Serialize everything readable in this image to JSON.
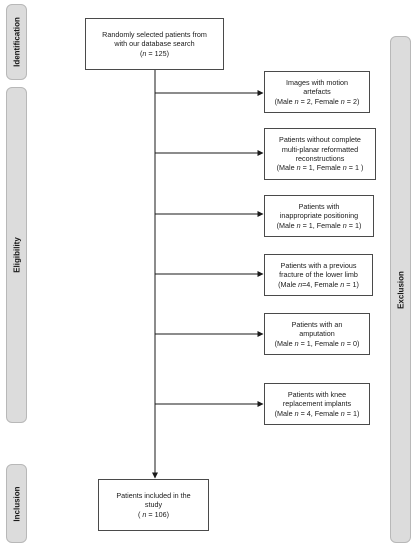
{
  "stages": {
    "identification": "Identification",
    "eligibility": "Eligibility",
    "inclusion": "Inclusion",
    "exclusion": "Exclusion"
  },
  "nodes": {
    "start": {
      "l1": "Randomly selected patients from",
      "l2": "with our database search",
      "n_pre": "(",
      "n_var": "n",
      "n_post": " = 125)"
    },
    "motion": {
      "l1": "Images with motion",
      "l2": "artefacts",
      "pre": "(Male ",
      "n1": "n",
      "mid": " = 2, Female ",
      "n2": "n",
      "post": " = 2)"
    },
    "mpr": {
      "l1": "Patients without complete",
      "l2": "multi-planar reformatted",
      "l3": "reconstructions",
      "pre": "(Male ",
      "n1": "n",
      "mid": " = 1, Female ",
      "n2": "n",
      "post": " = 1 )"
    },
    "positioning": {
      "l1": "Patients with",
      "l2": "inappropriate positioning",
      "pre": "(Male ",
      "n1": "n",
      "mid": " = 1, Female ",
      "n2": "n",
      "post": " = 1)"
    },
    "fracture": {
      "l1": "Patients with a previous",
      "l2": "fracture of the lower limb",
      "pre": "(Male ",
      "n1": "n",
      "mid": "=4, Female ",
      "n2": "n",
      "post": " = 1)"
    },
    "amputation": {
      "l1": "Patients with an",
      "l2": "amputation",
      "pre": "(Male ",
      "n1": "n",
      "mid": " = 1, Female ",
      "n2": "n",
      "post": " = 0)"
    },
    "knee": {
      "l1": "Patients with knee",
      "l2": "replacement implants",
      "pre": "(Male ",
      "n1": "n",
      "mid": " = 4, Female ",
      "n2": "n",
      "post": " = 1)"
    },
    "included": {
      "l1": "Patients included in the",
      "l2": "study",
      "n_pre": "( ",
      "n_var": "n",
      "n_post": " = 106)"
    }
  }
}
